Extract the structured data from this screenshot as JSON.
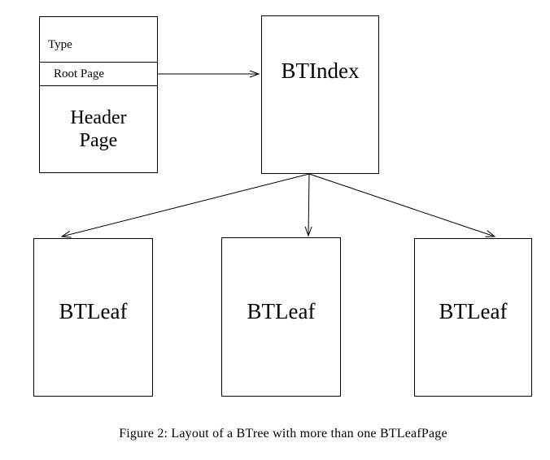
{
  "figure": {
    "caption": "Figure 2: Layout of a BTree with more than one BTLeafPage"
  },
  "diagram": {
    "header_page": {
      "type_label": "Type",
      "root_page_label": "Root Page",
      "title": "Header Page"
    },
    "btindex": {
      "label": "BTIndex"
    },
    "btleafs": [
      {
        "label": "BTLeaf"
      },
      {
        "label": "BTLeaf"
      },
      {
        "label": "BTLeaf"
      }
    ],
    "edges": [
      {
        "from": "root-page-slot",
        "to": "btindex-node"
      },
      {
        "from": "btindex-node",
        "to": "btleaf-node-1"
      },
      {
        "from": "btindex-node",
        "to": "btleaf-node-2"
      },
      {
        "from": "btindex-node",
        "to": "btleaf-node-3"
      }
    ],
    "colors": {
      "line": "#000000",
      "background": "#ffffff",
      "text": "#000000"
    }
  }
}
